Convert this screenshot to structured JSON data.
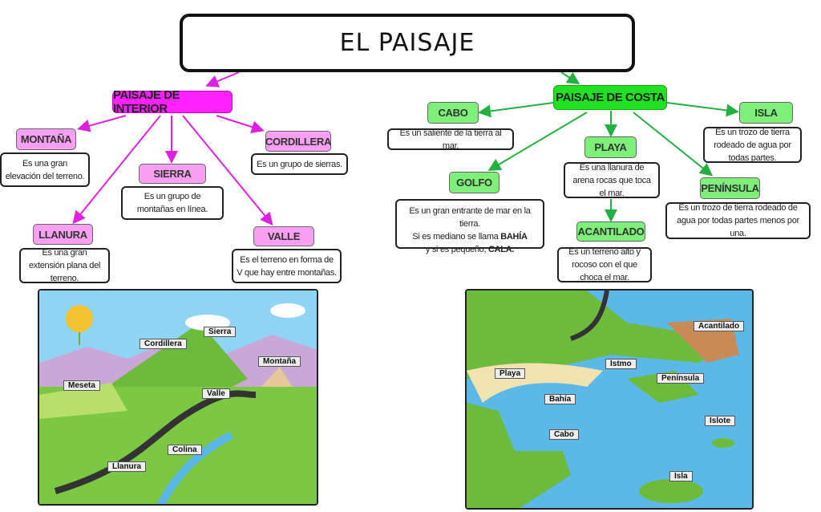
{
  "title": "EL PAISAJE",
  "interior": {
    "label": "PAISAJE DE INTERIOR",
    "color": "#ff22ff",
    "items": [
      {
        "label": "MONTAÑA",
        "desc": "Es una gran elevación del terreno."
      },
      {
        "label": "SIERRA",
        "desc": "Es un grupo de montañas en línea."
      },
      {
        "label": "CORDILLERA",
        "desc": "Es un grupo de sierras."
      },
      {
        "label": "LLANURA",
        "desc": "Es una gran extensión plana del terreno."
      },
      {
        "label": "VALLE",
        "desc": "Es el terreno en forma de V que hay entre montañas."
      }
    ],
    "image_labels": [
      "Sierra",
      "Cordillera",
      "Montaña",
      "Meseta",
      "Valle",
      "Colina",
      "Llanura"
    ]
  },
  "costa": {
    "label": "PAISAJE DE COSTA",
    "color": "#22e022",
    "items": [
      {
        "label": "CABO",
        "desc": "Es un saliente de la tierra al mar."
      },
      {
        "label": "PLAYA",
        "desc": "Es una llanura de arena rocas que toca el mar."
      },
      {
        "label": "ISLA",
        "desc": "Es un trozo de tierra rodeado de agua por todas partes."
      },
      {
        "label": "GOLFO",
        "desc_parts": [
          "Es un gran entrante de mar en la tierra.",
          "Si es mediano se llama ",
          "BAHÍA",
          "y si es pequeño, ",
          "CALA."
        ]
      },
      {
        "label": "PENÍNSULA",
        "desc": "Es un trozo de tierra rodeado de agua por todas partes menos por una."
      },
      {
        "label": "ACANTILADO",
        "desc": "Es un terreno alto y rocoso con el que choca el mar."
      }
    ],
    "image_labels": [
      "Acantilado",
      "Playa",
      "Istmo",
      "Península",
      "Bahía",
      "Islote",
      "Cabo",
      "Isla"
    ]
  }
}
